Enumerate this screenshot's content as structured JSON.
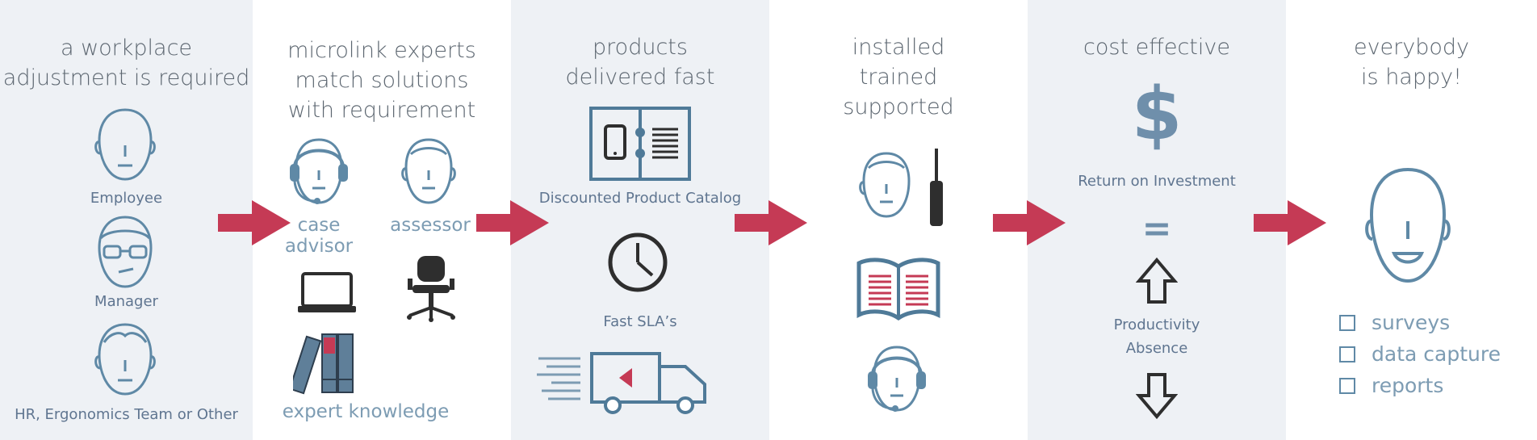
{
  "colors": {
    "panel_gray": "#eef1f5",
    "arrow": "#c53a55",
    "icon_stroke": "#5f89a6",
    "text": "#5c6670"
  },
  "steps": [
    {
      "title": "a workplace\nadjustment is required",
      "people": [
        "Employee",
        "Manager",
        "HR, Ergonomics Team or Other"
      ]
    },
    {
      "title": "microlink experts\nmatch solutions\nwith requirement",
      "roles": [
        "case\nadvisor",
        "assessor"
      ],
      "knowledge_label": "expert knowledge"
    },
    {
      "title": "products\ndelivered fast",
      "catalog_label": "Discounted Product Catalog",
      "sla_label": "Fast SLA’s"
    },
    {
      "title": "installed\ntrained\nsupported"
    },
    {
      "title": "cost effective",
      "dollar": "$",
      "roi_label": "Return on Investment",
      "equals": "=",
      "productivity_label": "Productivity",
      "absence_label": "Absence"
    },
    {
      "title": "everybody\nis happy!",
      "checklist": [
        "surveys",
        "data capture",
        "reports"
      ]
    }
  ]
}
